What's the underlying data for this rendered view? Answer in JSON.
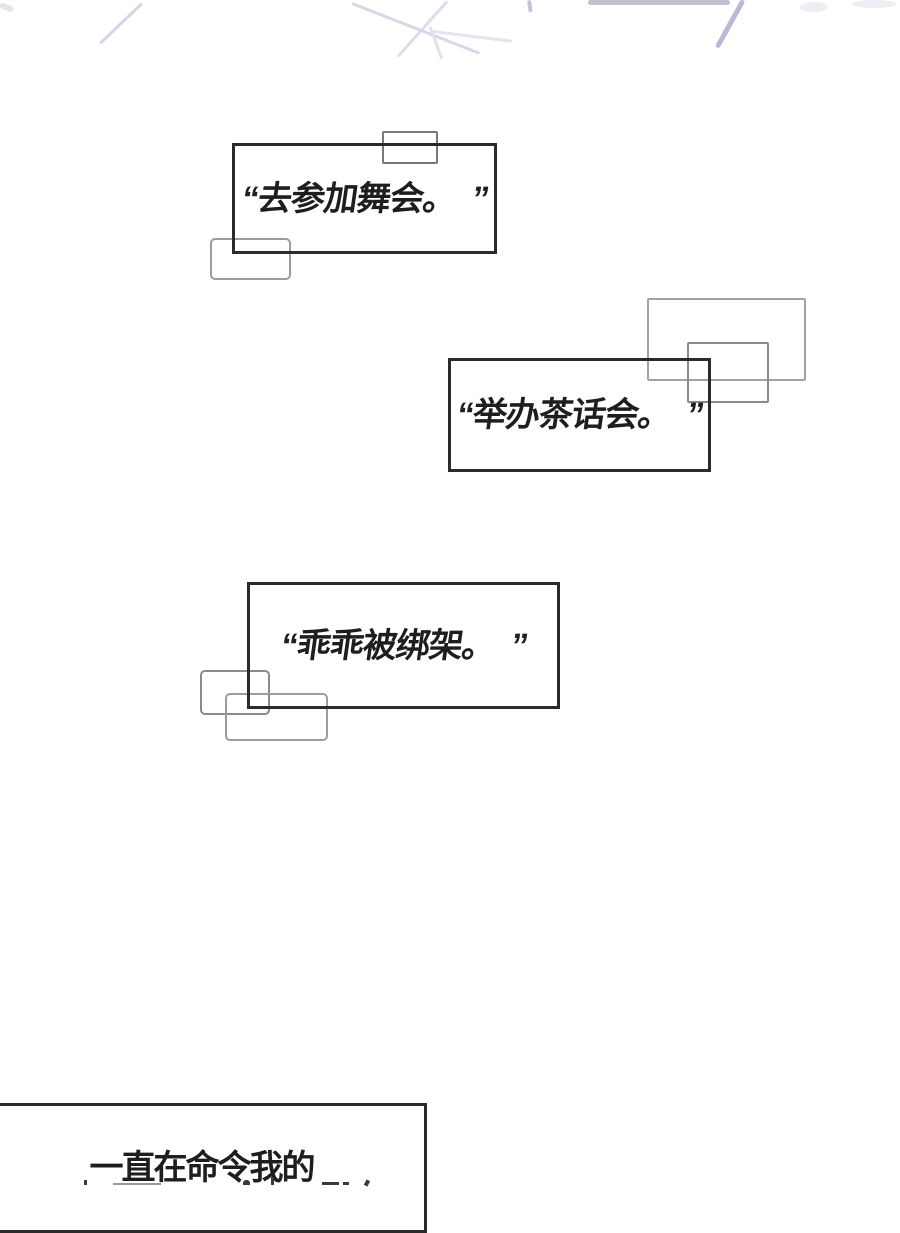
{
  "panel": {
    "dialogue_boxes": [
      {
        "text": "“去参加舞会。　”"
      },
      {
        "text": "“举办茶话会。　”"
      },
      {
        "text": "“乖乖被绑架。　”"
      }
    ],
    "bottom_box": {
      "line1": "一直在命令我的"
    }
  },
  "colors": {
    "background": "#ffffff",
    "box_border": "#2b2b2b",
    "text": "#1e1e1e",
    "overlay_rect_dark": "#8a8a8a",
    "overlay_rect_light": "#9e9e9e",
    "sketch_line": "#c9c9e2"
  }
}
